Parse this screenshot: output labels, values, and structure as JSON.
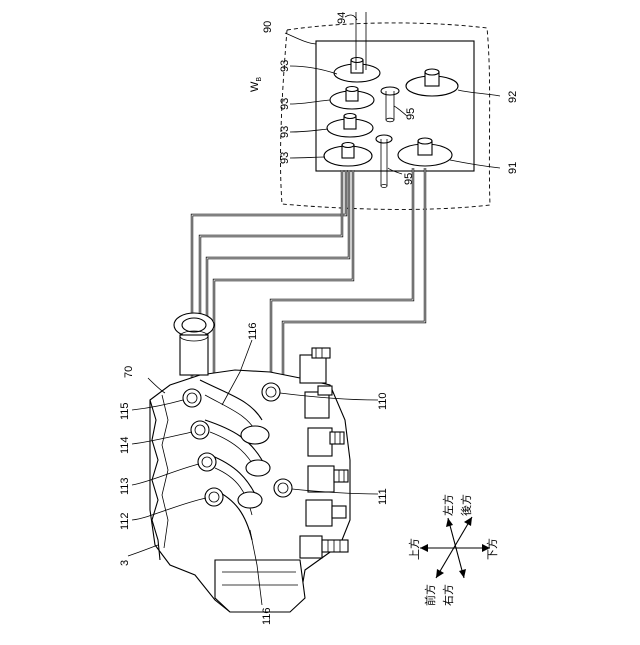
{
  "figure": {
    "unit_label": "W",
    "unit_sub": "B",
    "reference_numerals": {
      "engine": "3",
      "manifold": "70",
      "board": "90",
      "outlet_left_lower": "91",
      "outlet_right_upper": "92",
      "inlet_1": "93",
      "inlet_2": "93",
      "inlet_3": "93",
      "inlet_4": "93",
      "top_element": "94",
      "valve_upper": "95",
      "valve_lower": "95",
      "port_upper": "110",
      "port_lower": "111",
      "port_a": "112",
      "port_b": "113",
      "port_c": "114",
      "port_d": "115",
      "pipe_label_upper": "116",
      "pipe_label_lower": "116"
    },
    "directions": {
      "up": "上方",
      "down": "下方",
      "left": "左方",
      "right": "右方",
      "front": "前方",
      "rear": "後方"
    }
  }
}
